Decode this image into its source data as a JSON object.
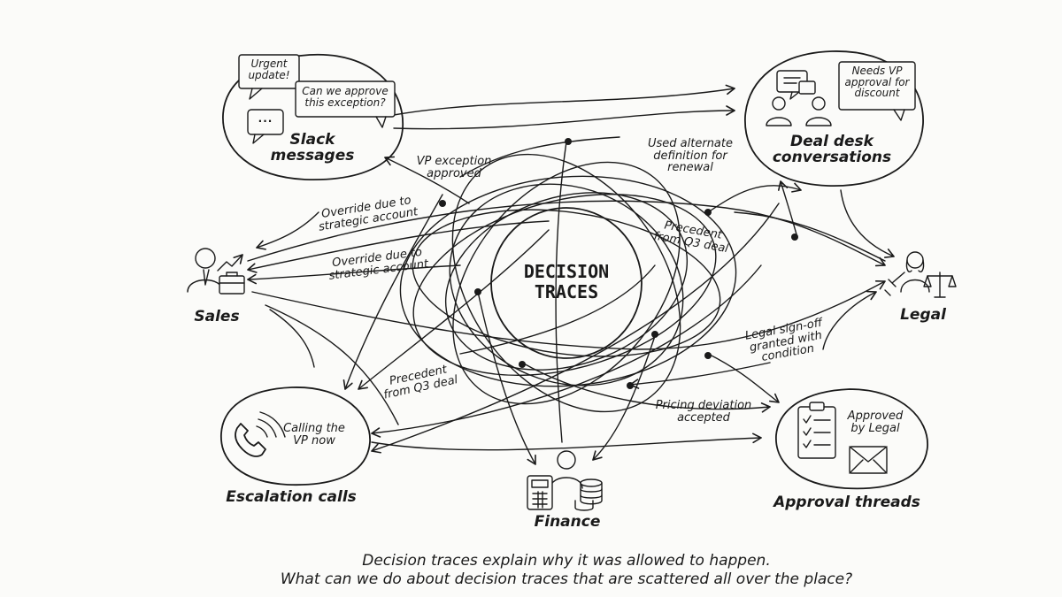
{
  "center": {
    "line1": "DECISION",
    "line2": "TRACES"
  },
  "nodes": {
    "slack": {
      "line1": "Slack",
      "line2": "messages"
    },
    "deal_desk": {
      "line1": "Deal desk",
      "line2": "conversations"
    },
    "sales": {
      "label": "Sales"
    },
    "legal": {
      "label": "Legal"
    },
    "escalation": {
      "label": "Escalation calls"
    },
    "finance": {
      "label": "Finance"
    },
    "approval": {
      "label": "Approval threads"
    }
  },
  "bubbles": {
    "urgent": {
      "line1": "Urgent",
      "line2": "update!"
    },
    "approve": {
      "line1": "Can we approve",
      "line2": "this exception?"
    },
    "typing": "...",
    "vp_approval": {
      "line1": "Needs VP",
      "line2": "approval for",
      "line3": "discount"
    },
    "calling": {
      "line1": "Calling the",
      "line2": "VP now"
    },
    "approved_legal": {
      "line1": "Approved",
      "line2": "by Legal"
    }
  },
  "edge_labels": {
    "vp_exception": {
      "line1": "VP exception",
      "line2": "approved"
    },
    "alt_definition": {
      "line1": "Used alternate",
      "line2": "definition for",
      "line3": "renewal"
    },
    "override_1": {
      "line1": "Override due to",
      "line2": "strategic account"
    },
    "override_2": {
      "line1": "Override due to",
      "line2": "strategic account"
    },
    "precedent_1": {
      "line1": "Precedent",
      "line2": "from Q3 deal"
    },
    "precedent_2": {
      "line1": "Precedent",
      "line2": "from Q3 deal"
    },
    "legal_signoff": {
      "line1": "Legal sign-off",
      "line2": "granted with",
      "line3": "condition"
    },
    "pricing": {
      "line1": "Pricing deviation",
      "line2": "accepted"
    }
  },
  "caption": {
    "line1": "Decision traces explain why it was allowed to happen.",
    "line2": "What can we do about decision traces that are scattered all over the place?"
  },
  "colors": {
    "ink": "#1a1a1a",
    "paper": "#fbfbf9"
  }
}
